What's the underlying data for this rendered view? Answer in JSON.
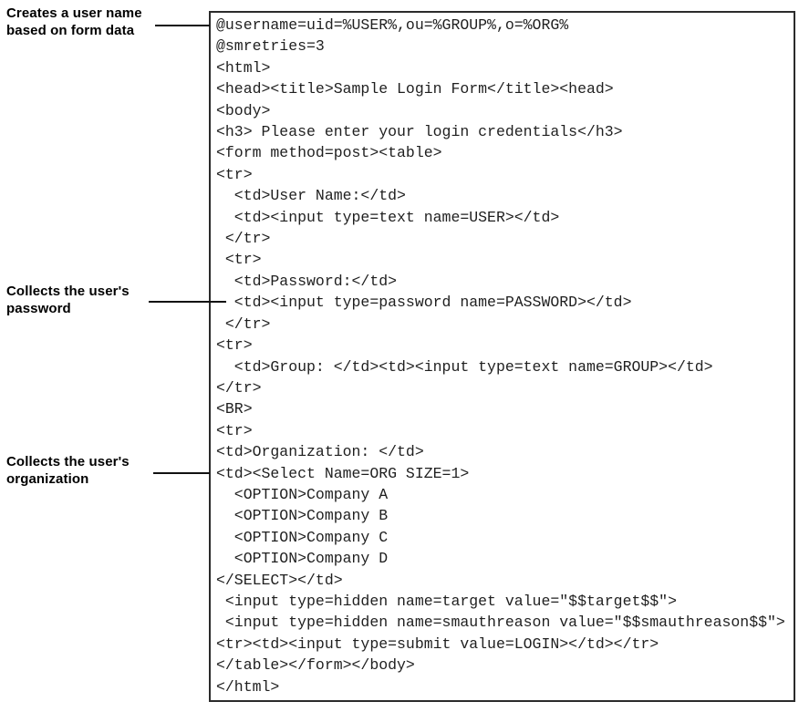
{
  "callouts": [
    {
      "line1": "Creates a user name",
      "line2": "based on form data"
    },
    {
      "line1": "Collects the user's",
      "line2": "password"
    },
    {
      "line1": "Collects the user's",
      "line2": "organization"
    }
  ],
  "code": {
    "lines": [
      "@username=uid=%USER%,ou=%GROUP%,o=%ORG%",
      "@smretries=3",
      "<html>",
      "<head><title>Sample Login Form</title><head>",
      "<body>",
      "<h3> Please enter your login credentials</h3>",
      "<form method=post><table>",
      "<tr>",
      "  <td>User Name:</td>",
      "  <td><input type=text name=USER></td>",
      " </tr>",
      " <tr>",
      "  <td>Password:</td>",
      "  <td><input type=password name=PASSWORD></td>",
      " </tr>",
      "<tr>",
      "  <td>Group: </td><td><input type=text name=GROUP></td>",
      "</tr>",
      "<BR>",
      "<tr>",
      "<td>Organization: </td>",
      "<td><Select Name=ORG SIZE=1>",
      "  <OPTION>Company A",
      "  <OPTION>Company B",
      "  <OPTION>Company C",
      "  <OPTION>Company D",
      "</SELECT></td>",
      " <input type=hidden name=target value=\"$$target$$\">",
      " <input type=hidden name=smauthreason value=\"$$smauthreason$$\">",
      "<tr><td><input type=submit value=LOGIN></td></tr>",
      "</table></form></body>",
      "</html>"
    ]
  },
  "colors": {
    "background": "#ffffff",
    "box_border": "#2b2b2b",
    "code_text": "#1f1f1f",
    "label_text": "#000000",
    "connector": "#111111"
  }
}
